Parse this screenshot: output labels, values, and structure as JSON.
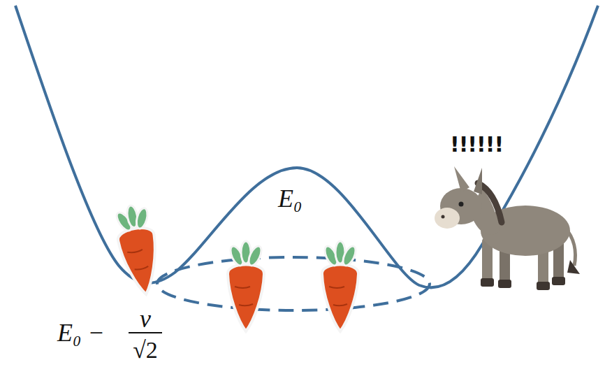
{
  "diagram": {
    "labels": [
      "!!!!!!",
      "E₀",
      "E₀ −",
      "v",
      "√2"
    ]
  }
}
